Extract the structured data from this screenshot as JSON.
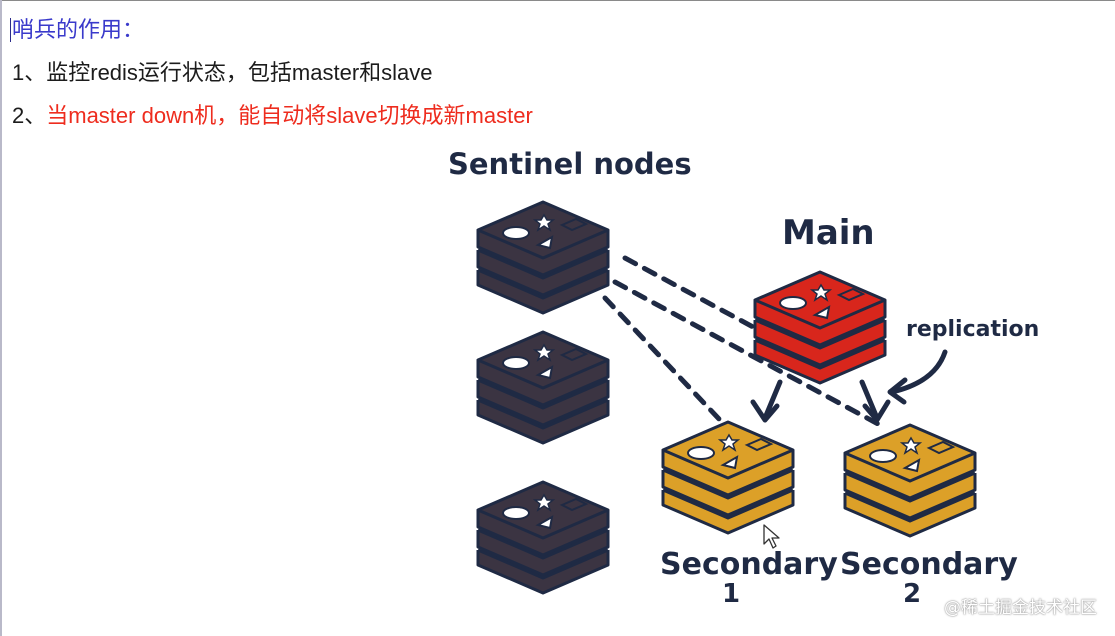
{
  "notes": {
    "heading": "哨兵的作用：",
    "item1": {
      "number": "1、",
      "text": "监控redis运行状态，包括master和slave"
    },
    "item2": {
      "number": "2、",
      "text": "当master down机，能自动将slave切换成新master"
    }
  },
  "diagram": {
    "title_sentinel": "Sentinel nodes",
    "title_main": "Main",
    "label_replication": "replication",
    "secondary1_label": "Secondary",
    "secondary1_number": "1",
    "secondary2_label": "Secondary",
    "secondary2_number": "2",
    "colors": {
      "sentinel": "#3b3442",
      "main": "#d8261c",
      "secondary": "#dca028",
      "outline": "#1f2a44"
    }
  },
  "watermark": "@稀土掘金技术社区"
}
